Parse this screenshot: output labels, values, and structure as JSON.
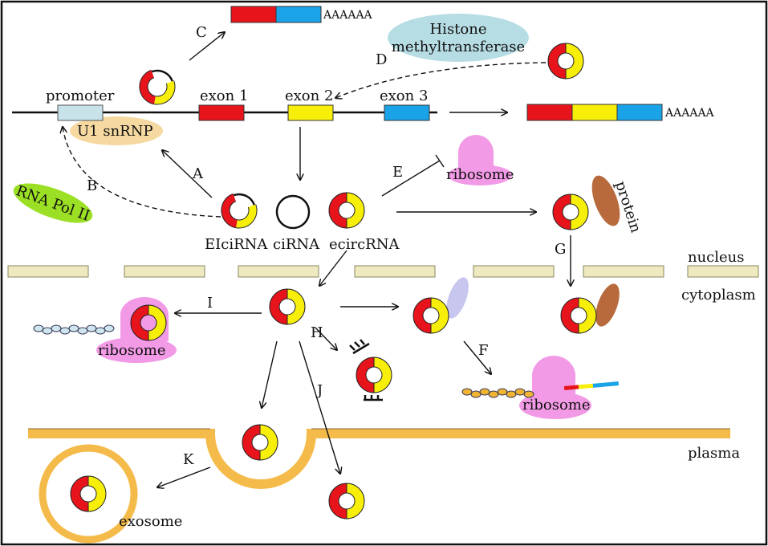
{
  "colors": {
    "red": "#e8141c",
    "yellow": "#f7ee0a",
    "blue": "#1ba3e8",
    "pink": "#f29ae6",
    "membrane": "#f5bb4a",
    "slot": "#efe9c0",
    "pol2": "#9be024",
    "u1": "#f5d9a0",
    "histone": "#b7dde4",
    "promoter": "#c8e2ea",
    "protein": "#b86a3c",
    "lavender": "#c6c6ee",
    "bead_teal": "#cfe6ee",
    "bead_orange": "#f0b432"
  },
  "gene": {
    "promoter": "promoter",
    "u1": "U1 snRNP",
    "exon1": "exon 1",
    "exon2": "exon 2",
    "exon3": "exon 3",
    "polya_top": "AAAAAA",
    "polya_right": "AAAAAA"
  },
  "enzymes": {
    "histone_line1": "Histone",
    "histone_line2": "methyltransferase",
    "pol2": "RNA Pol II"
  },
  "circ_types": {
    "eiciRNA": "EIciRNA",
    "ciRNA": "ciRNA",
    "ecircRNA": "ecircRNA"
  },
  "compartments": {
    "nucleus": "nucleus",
    "cytoplasm": "cytoplasm",
    "plasma": "plasma",
    "exosome": "exosome"
  },
  "molecules": {
    "ribosome_e": "ribosome",
    "ribosome_i": "ribosome",
    "ribosome_f": "ribosome",
    "protein": "protein"
  },
  "pathway_labels": {
    "a": "A",
    "b": "B",
    "c": "C",
    "d": "D",
    "e": "E",
    "f": "F",
    "g": "G",
    "h": "H",
    "i": "I",
    "j": "J",
    "k": "K"
  }
}
